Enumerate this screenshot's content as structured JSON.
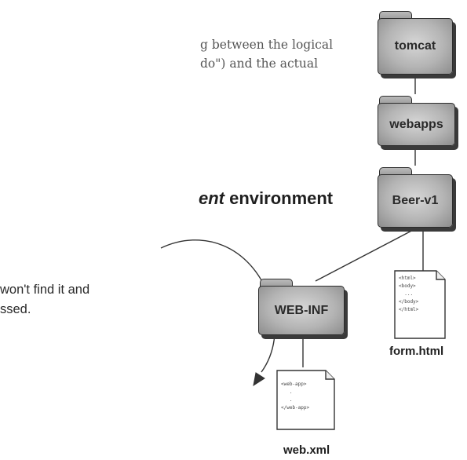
{
  "text": {
    "serif_line_1": "g between the logical",
    "serif_line_2": "do\") and the actual",
    "heading_italic": "ent",
    "heading_rest": " environment",
    "body_line_1": "won't find it and",
    "body_line_2": "ssed."
  },
  "folders": {
    "tomcat": "tomcat",
    "webapps": "webapps",
    "beer": "Beer-v1",
    "webinf": "WEB-INF"
  },
  "files": {
    "form": {
      "caption": "form.html",
      "code": "<html>\n<body>\n  ...\n</body>\n</html>"
    },
    "webxml": {
      "caption": "web.xml",
      "code": "<web-app>\n   .\n   .\n</web-app>"
    }
  },
  "colors": {
    "line": "#333333",
    "folder_outline": "#2c2c2c",
    "folder_fill": "#b4b4b4"
  }
}
